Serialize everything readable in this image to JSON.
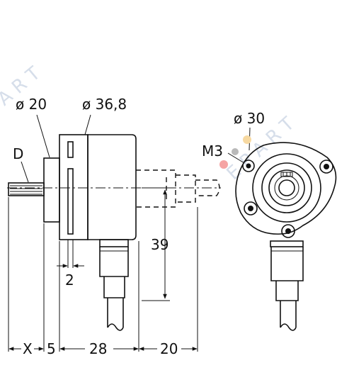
{
  "watermark": {
    "text": "EPART"
  },
  "labels": {
    "dia_20": "ø 20",
    "dia_36_8": "ø 36,8",
    "d": "D",
    "dia_30": "ø 30",
    "m3": "M3",
    "dim_39": "39",
    "dim_2": "2",
    "dim_x": "X",
    "dim_5": "5",
    "dim_28": "28",
    "dim_20": "20"
  },
  "colors": {
    "line": "#111111",
    "watermark": "#c9d3e3",
    "dot_gray": "#b9b9b9",
    "dot_red": "#f5a3a3",
    "dot_yellow": "#f7d9a1"
  }
}
